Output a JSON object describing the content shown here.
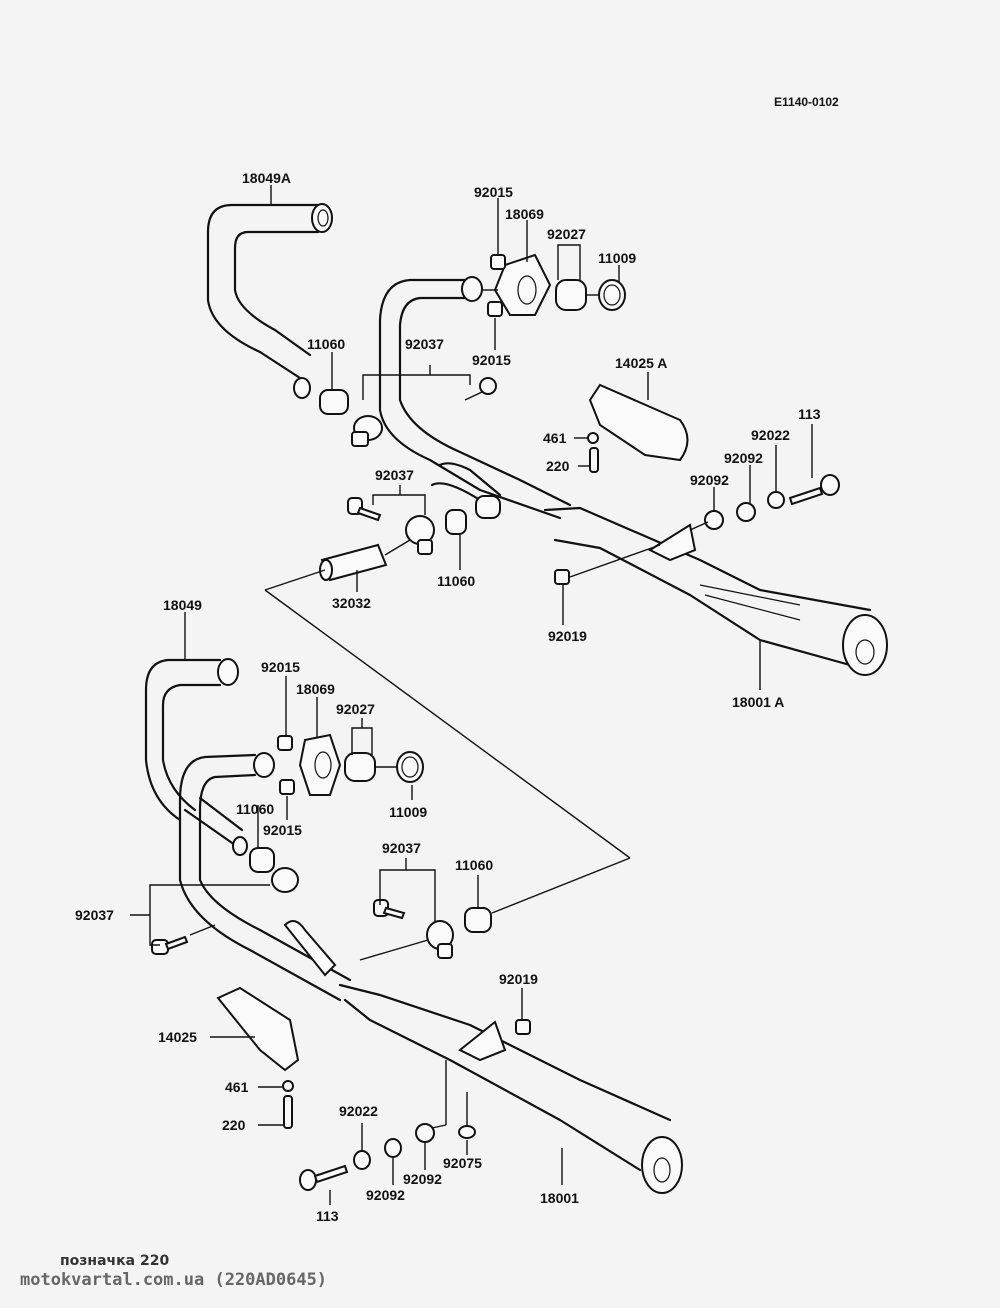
{
  "diagram": {
    "reference_code": "E1140-0102",
    "upper_assembly_labels": {
      "pipe_a": "18049A",
      "nut_top": "92015",
      "holder_top": "18069",
      "collar_top": "92027",
      "gasket_top": "11009",
      "gasket_left": "11060",
      "clamp_top": "92037",
      "nut_bottom": "92015",
      "cover_a": "14025 A",
      "washer_cover": "461",
      "screw_cover": "220",
      "bolt": "113",
      "washer_plain": "92022",
      "bush_outer": "92092",
      "bush_inner": "92092",
      "clamp_mid": "92037",
      "gasket_mid": "11060",
      "pipe_joint": "32032",
      "nut_bracket": "92019",
      "muffler_a": "18001 A"
    },
    "lower_assembly_labels": {
      "pipe": "18049",
      "nut_top": "92015",
      "holder": "18069",
      "collar": "92027",
      "gasket": "11009",
      "gasket_left": "11060",
      "nut_bottom": "92015",
      "clamp_left": "92037",
      "clamp_right": "92037",
      "gasket_right": "11060",
      "nut_bracket": "92019",
      "cover": "14025",
      "washer_cover": "461",
      "screw_cover": "220",
      "washer_plain": "92022",
      "bush_outer": "92092",
      "bush_inner": "92092",
      "cap": "92075",
      "bolt": "113",
      "muffler": "18001"
    }
  },
  "footer": {
    "caption": "позначка 220",
    "source": "motokvartal.com.ua (220AD0645)"
  }
}
